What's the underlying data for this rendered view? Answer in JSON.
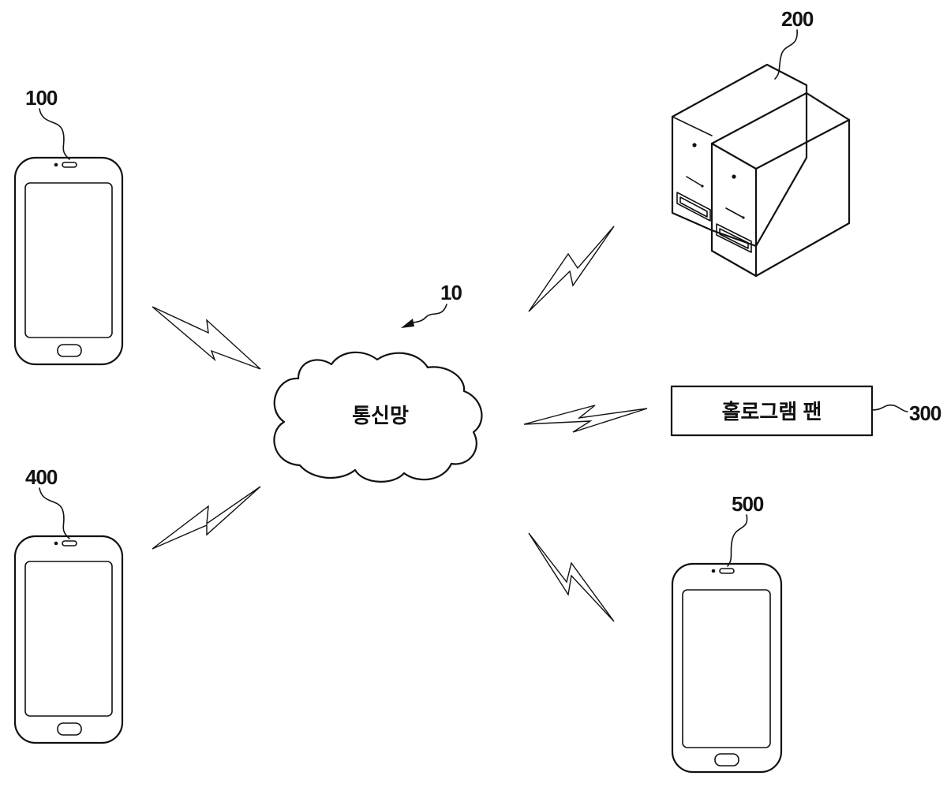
{
  "network": {
    "label": "통신망",
    "ref": "10"
  },
  "server": {
    "ref": "200"
  },
  "hologram_fan": {
    "label": "홀로그램 팬",
    "ref": "300"
  },
  "devices": {
    "d100": {
      "ref": "100"
    },
    "d400": {
      "ref": "400"
    },
    "d500": {
      "ref": "500"
    }
  },
  "colors": {
    "line": "#111111",
    "background": "#ffffff"
  }
}
